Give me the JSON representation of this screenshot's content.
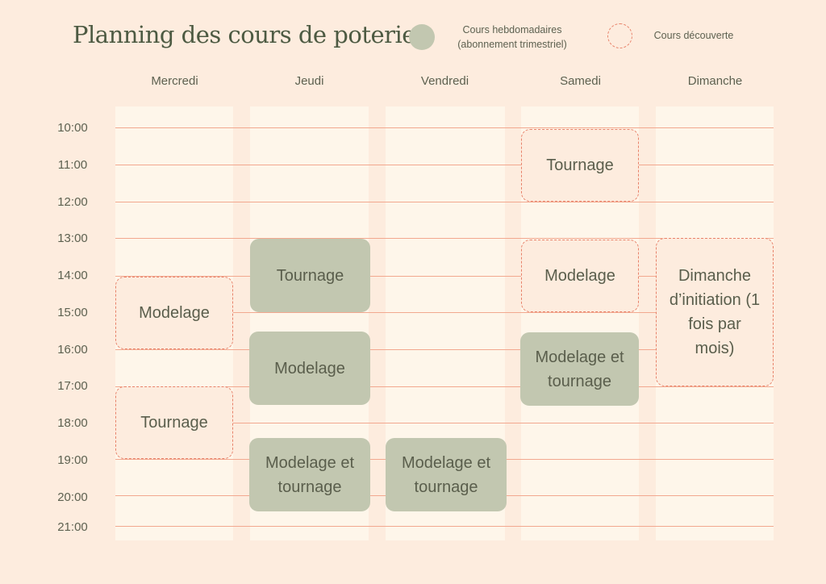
{
  "title": "Planning des cours de poterie",
  "legend": [
    {
      "label_line1": "Cours hebdomadaires",
      "label_line2": "(abonnement trimestriel)",
      "style": "solid"
    },
    {
      "label_line1": "Cours découverte",
      "style": "dashed"
    }
  ],
  "days": [
    "Mercredi",
    "Jeudi",
    "Vendredi",
    "Samedi",
    "Dimanche"
  ],
  "hours": [
    "10:00",
    "11:00",
    "12:00",
    "13:00",
    "14:00",
    "15:00",
    "16:00",
    "17:00",
    "18:00",
    "19:00",
    "20:00",
    "21:00"
  ],
  "events": [
    {
      "day": "Samedi",
      "label": "Tournage",
      "type": "découverte"
    },
    {
      "day": "Jeudi",
      "label": "Tournage",
      "type": "hebdomadaire"
    },
    {
      "day": "Jeudi",
      "label": "Modelage",
      "type": "hebdomadaire"
    },
    {
      "day": "Jeudi",
      "label": "Modelage et tournage",
      "type": "hebdomadaire"
    },
    {
      "day": "Vendredi",
      "label": "Modelage et tournage",
      "type": "hebdomadaire"
    },
    {
      "day": "Mercredi",
      "label": "Modelage",
      "type": "découverte"
    },
    {
      "day": "Mercredi",
      "label": "Tournage",
      "type": "découverte"
    },
    {
      "day": "Samedi",
      "label": "Modelage",
      "type": "découverte"
    },
    {
      "day": "Samedi",
      "label": "Modelage et tournage",
      "type": "hebdomadaire"
    },
    {
      "day": "Dimanche",
      "label": "Dimanche d’initiation (1 fois par mois)",
      "type": "découverte"
    }
  ],
  "colors": {
    "background": "#fdecde",
    "panel": "#fef6ea",
    "weekly": "#c2c7b0",
    "discovery_border": "#e8826a",
    "grid_line": "#f2a88f"
  }
}
